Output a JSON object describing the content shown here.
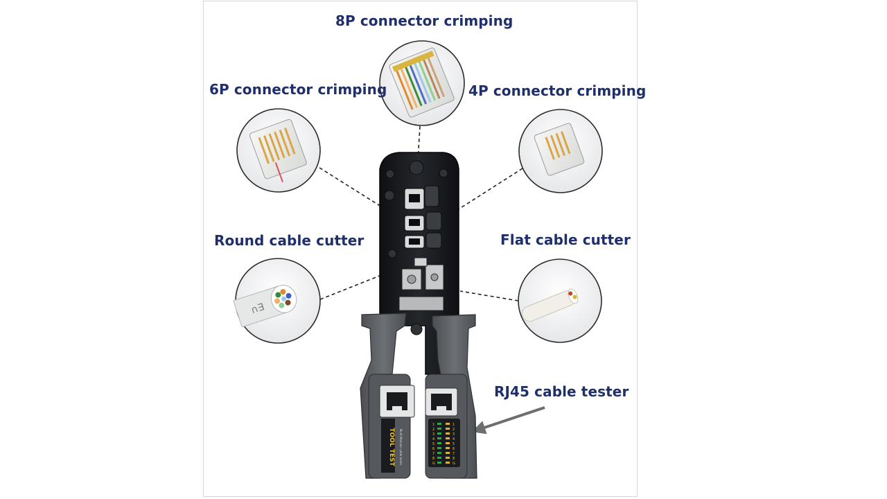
{
  "colors": {
    "label": "#1f2f6b",
    "tool_body": "#17191d",
    "handle": "#5f6266",
    "handle_dark": "#45484c",
    "leader_line": "#222222",
    "tester_arrow": "#6e6e6e",
    "frame_border": "#d6d6d6"
  },
  "labels": {
    "crimp_8p": "8P connector crimping",
    "crimp_6p": "6P connector crimping",
    "crimp_4p": "4P connector crimping",
    "round_cutter": "Round cable cutter",
    "flat_cutter": "Flat cable cutter",
    "rj45_tester": "RJ45 cable tester"
  },
  "tester": {
    "brand": "TOOL TEST",
    "subtitle": "Multi-Modular cable tester",
    "led_left": [
      "1",
      "2",
      "3",
      "4",
      "5",
      "6",
      "7",
      "8",
      "G"
    ],
    "led_right": [
      "1",
      "2",
      "3",
      "4",
      "5",
      "6",
      "7",
      "8",
      "G"
    ]
  }
}
